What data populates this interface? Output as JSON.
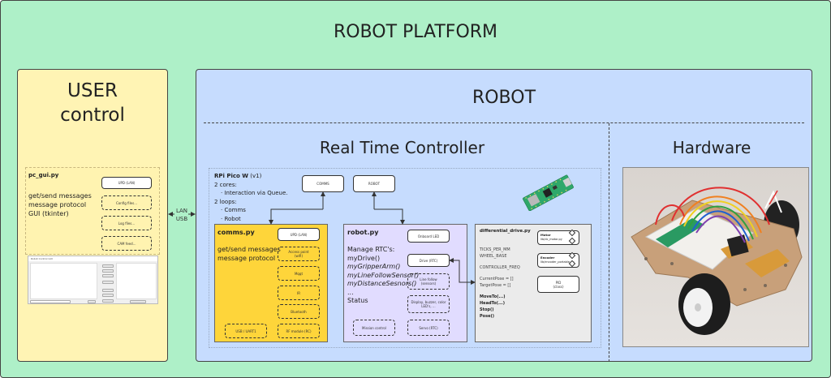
{
  "platform": {
    "title": "ROBOT PLATFORM"
  },
  "user_control": {
    "title_line1": "USER",
    "title_line2": "control",
    "pc_gui": {
      "title": "pc_gui.py",
      "desc": [
        "get/send messages",
        "message protocol",
        "GUI (tkinter)"
      ],
      "modules": [
        {
          "label": "UPD (LAN)",
          "style": "solid"
        },
        {
          "label": "Config files...",
          "style": "dashed"
        },
        {
          "label": "Log files...",
          "style": "dashed"
        },
        {
          "label": "CAM feed...",
          "style": "dashed"
        }
      ],
      "gui_window": {
        "title": "Robot Control GUI",
        "console_label": "Console",
        "actions_label": "Actions",
        "log_label": "Log",
        "action_buttons": [
          "Ping",
          "PID",
          "STAT",
          "Circuit"
        ],
        "drive_label": "Drive",
        "drive_buttons": [
          "Moveto",
          "Goto",
          "Stop"
        ],
        "send_button": "Send",
        "disconnect_button": "Disconnect",
        "input_prefix": "Cmd"
      }
    }
  },
  "link": {
    "line1": "LAN",
    "line2": "USB"
  },
  "robot": {
    "title": "ROBOT",
    "rtc": {
      "title": "Real Time Controller",
      "pico": {
        "title": "RPi Pico W",
        "version": "(v1)",
        "cores_label": "2 cores:",
        "cores_items": [
          "Interaction via Queue."
        ],
        "loops_label": "2 loops:",
        "loops_items": [
          "Comms",
          "Robot"
        ]
      },
      "loop_boxes": [
        "COMMS",
        "ROBOT"
      ],
      "comms_py": {
        "title": "comms.py",
        "desc": [
          "get/send messages",
          "message protocol"
        ],
        "modules": [
          {
            "label": "UPD (LAN)",
            "style": "solid"
          },
          {
            "label": "Access point (wifi)",
            "style": "dashed"
          },
          {
            "label": "Mqqt",
            "style": "dashed"
          },
          {
            "label": "IR",
            "style": "dashed"
          },
          {
            "label": "Bluetooth",
            "style": "dashed"
          },
          {
            "label": "RF module (RC)",
            "style": "dashed"
          },
          {
            "label": "USB / UART1",
            "style": "dashed"
          }
        ]
      },
      "robot_py": {
        "title": "robot.py",
        "desc": [
          {
            "text": "Manage RTC's:",
            "italic": false
          },
          {
            "text": "myDrive()",
            "italic": false
          },
          {
            "text": "myGripperArm()",
            "italic": true
          },
          {
            "text": "myLineFollowSensor()",
            "italic": true
          },
          {
            "text": "myDistanceSesnors()",
            "italic": true
          },
          {
            "text": "...",
            "italic": false
          },
          {
            "text": "Status",
            "italic": false
          }
        ],
        "modules": [
          {
            "label": "Onboard LED",
            "style": "solid"
          },
          {
            "label": "Drive (RTC)",
            "style": "solid"
          },
          {
            "label": "Line follow (sensors)",
            "style": "dashed"
          },
          {
            "label": "Display, buzzer, color LED's, ...",
            "style": "dashed"
          },
          {
            "label": "Servo (RTC)",
            "style": "dashed"
          },
          {
            "label": "Mission control",
            "style": "dashed"
          }
        ]
      },
      "differential_drive": {
        "title": "differential_drive.py",
        "constants": [
          "TICKS_PER_MM",
          "WHEEL_BASE"
        ],
        "freq": "CONTROLLER_FREQ",
        "state": [
          "CurrentPose = []",
          "TargetPose = []"
        ],
        "methods": [
          "MoveTo(...)",
          "HeadTo(...)",
          "Stop()",
          "Pose()"
        ],
        "modules": [
          {
            "title": "Motor",
            "sub": "lib/dc_motor.py"
          },
          {
            "title": "Encoder",
            "sub": "lib/encoder_portable.py"
          },
          {
            "title": "PID",
            "sub": "(class)"
          }
        ]
      }
    },
    "hardware": {
      "title": "Hardware"
    }
  }
}
